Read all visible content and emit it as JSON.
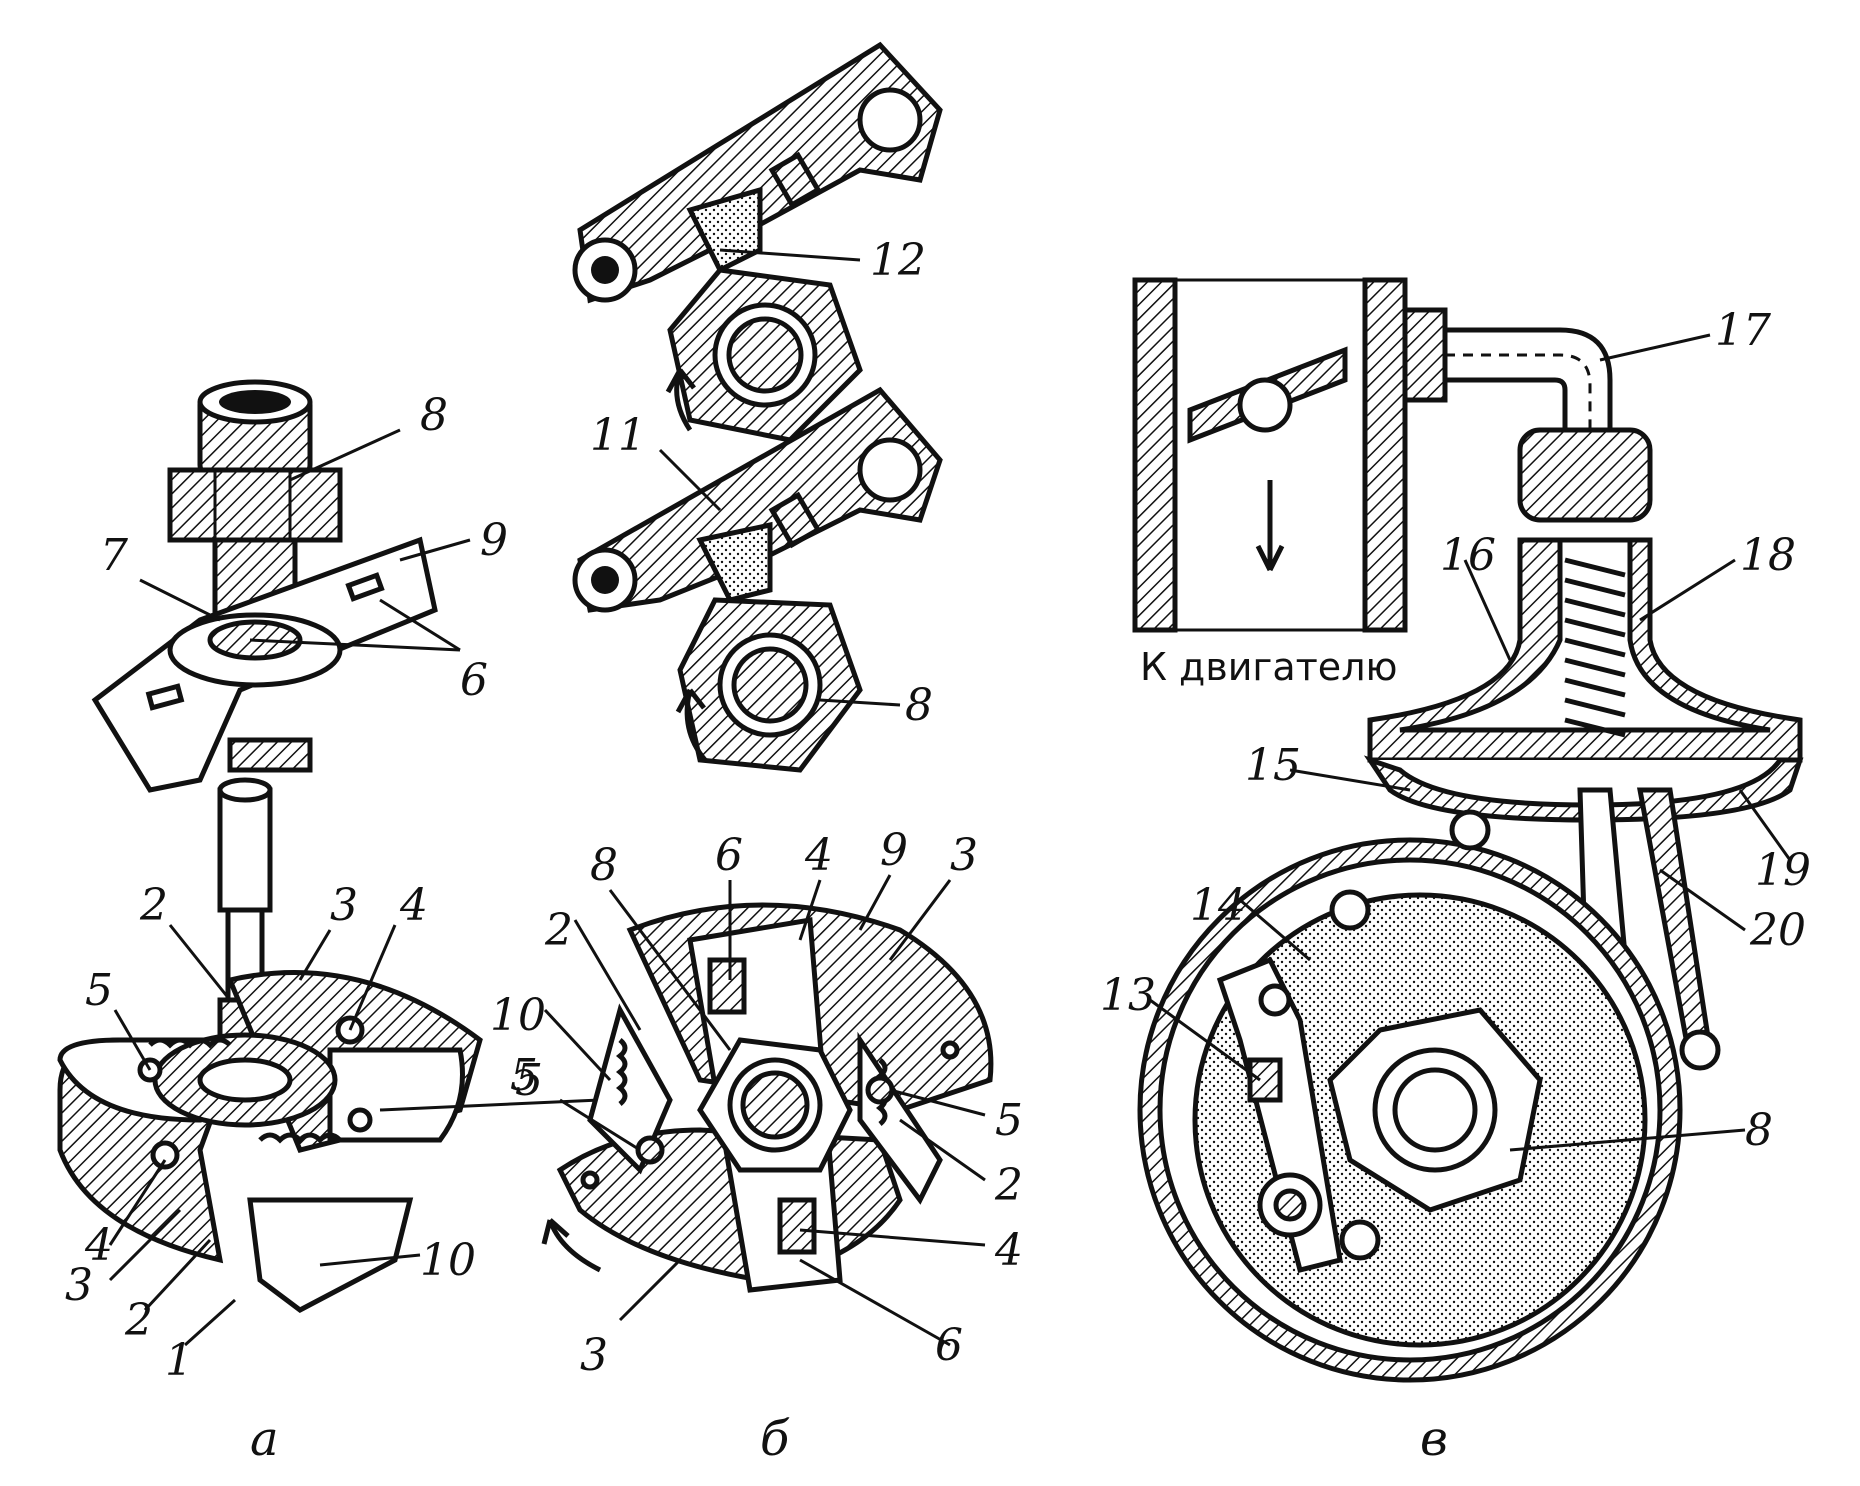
{
  "figure": {
    "panels": [
      {
        "key": "a",
        "caption": "а"
      },
      {
        "key": "b",
        "caption": "б"
      },
      {
        "key": "v",
        "caption": "в"
      }
    ],
    "engine_label": "К двигателю",
    "labels_a": [
      "8",
      "9",
      "7",
      "6",
      "2",
      "3",
      "4",
      "5",
      "5",
      "4",
      "3",
      "2",
      "1",
      "10"
    ],
    "labels_b_top": [
      "12",
      "11",
      "8"
    ],
    "labels_b_bottom": [
      "8",
      "6",
      "4",
      "9",
      "3",
      "2",
      "10",
      "5",
      "5",
      "2",
      "4",
      "3",
      "6"
    ],
    "labels_v": [
      "17",
      "18",
      "16",
      "15",
      "19",
      "14",
      "20",
      "13",
      "8"
    ]
  }
}
